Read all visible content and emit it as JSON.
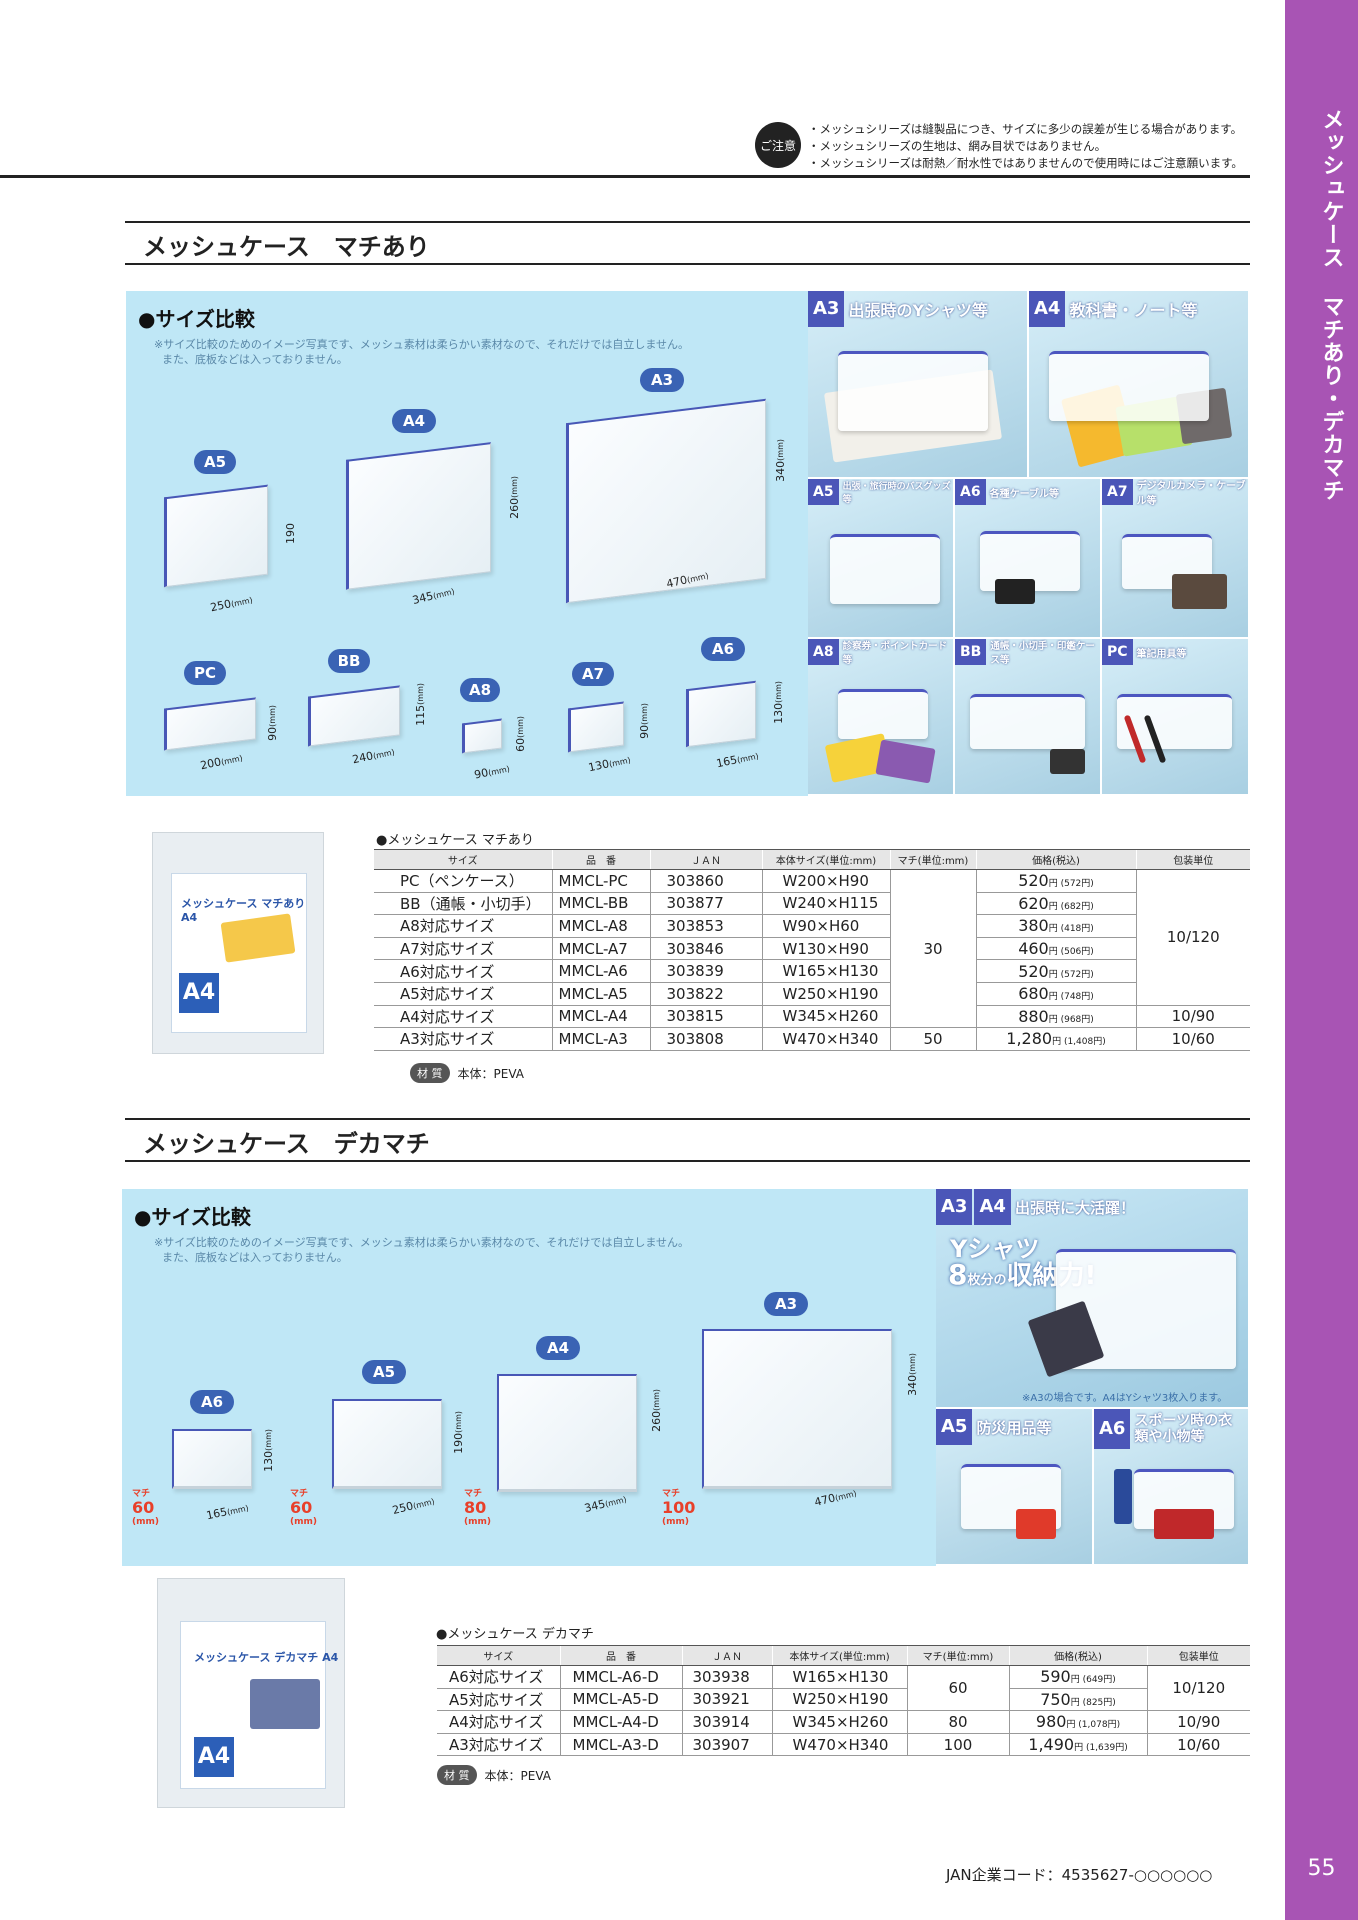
{
  "side_tab": {
    "title": "メッシュケース マチあり・デカマチ",
    "page_number": "55"
  },
  "caution": {
    "badge": "ご注意",
    "items": [
      "・メッシュシリーズは縫製品につき、サイズに多少の誤差が生じる場合があります。",
      "・メッシュシリーズの生地は、網み目状ではありません。",
      "・メッシュシリーズは耐熱／耐水性ではありませんので使用時にはご注意願います。"
    ]
  },
  "section1": {
    "heading": "メッシュケース　マチあり",
    "compare_title": "●サイズ比較",
    "note_lines": [
      "※サイズ比較のためのイメージ写真です、メッシュ素材は柔らかい素材なので、それだけでは自立しません。",
      "また、底板などは入っておりません。"
    ],
    "cases": [
      {
        "label": "A5",
        "w": "250",
        "h": "190"
      },
      {
        "label": "A4",
        "w": "345",
        "h": "260"
      },
      {
        "label": "A3",
        "w": "470",
        "h": "340"
      },
      {
        "label": "PC",
        "w": "200",
        "h": "90"
      },
      {
        "label": "BB",
        "w": "240",
        "h": "115"
      },
      {
        "label": "A8",
        "w": "90",
        "h": "60"
      },
      {
        "label": "A7",
        "w": "130",
        "h": "90"
      },
      {
        "label": "A6",
        "w": "165",
        "h": "130"
      }
    ],
    "unit": "(mm)",
    "tiles": [
      {
        "tag": "A3",
        "text": "出張時のYシャツ等"
      },
      {
        "tag": "A4",
        "text": "教科書・ノート等"
      },
      {
        "tag": "A5",
        "text": "出張・旅行時のバスグッズ等"
      },
      {
        "tag": "A6",
        "text": "各種ケーブル等"
      },
      {
        "tag": "A7",
        "text": "デジタルカメラ・ケーブル等"
      },
      {
        "tag": "A8",
        "text": "診察券・ポイントカード等"
      },
      {
        "tag": "BB",
        "text": "通帳・小切手・印鑑ケース等"
      },
      {
        "tag": "PC",
        "text": "筆記用具等"
      }
    ],
    "package": {
      "title": "メッシュケース マチあり A4",
      "size": "A4"
    },
    "table_title": "●メッシュケース マチあり",
    "headers": [
      "サイズ",
      "品　番",
      "ＪＡＮ",
      "本体サイズ(単位:mm)",
      "マチ(単位:mm)",
      "価格(税込)",
      "包装単位"
    ],
    "rows": [
      {
        "size": "PC（ペンケース）",
        "code": "MMCL-PC",
        "jan": "303860",
        "body": "W200×H90",
        "price": "520",
        "tax": "円 (572円)"
      },
      {
        "size": "BB（通帳・小切手）",
        "code": "MMCL-BB",
        "jan": "303877",
        "body": "W240×H115",
        "price": "620",
        "tax": "円 (682円)"
      },
      {
        "size": "A8対応サイズ",
        "code": "MMCL-A8",
        "jan": "303853",
        "body": "W90×H60",
        "price": "380",
        "tax": "円 (418円)"
      },
      {
        "size": "A7対応サイズ",
        "code": "MMCL-A7",
        "jan": "303846",
        "body": "W130×H90",
        "price": "460",
        "tax": "円 (506円)"
      },
      {
        "size": "A6対応サイズ",
        "code": "MMCL-A6",
        "jan": "303839",
        "body": "W165×H130",
        "price": "520",
        "tax": "円 (572円)"
      },
      {
        "size": "A5対応サイズ",
        "code": "MMCL-A5",
        "jan": "303822",
        "body": "W250×H190",
        "price": "680",
        "tax": "円 (748円)"
      },
      {
        "size": "A4対応サイズ",
        "code": "MMCL-A4",
        "jan": "303815",
        "body": "W345×H260",
        "price": "880",
        "tax": "円 (968円)"
      },
      {
        "size": "A3対応サイズ",
        "code": "MMCL-A3",
        "jan": "303808",
        "body": "W470×H340",
        "price": "1,280",
        "tax": "円 (1,408円)"
      }
    ],
    "machi_30": "30",
    "machi_50": "50",
    "pack_10_120": "10/120",
    "pack_10_90": "10/90",
    "pack_10_60": "10/60",
    "material_badge": "材 質",
    "material": "本体：PEVA"
  },
  "section2": {
    "heading": "メッシュケース　デカマチ",
    "compare_title": "●サイズ比較",
    "note_lines": [
      "※サイズ比較のためのイメージ写真です、メッシュ素材は柔らかい素材なので、それだけでは自立しません。",
      "また、底板などは入っておりません。"
    ],
    "cases": [
      {
        "label": "A6",
        "w": "165",
        "h": "130",
        "machi": "60"
      },
      {
        "label": "A5",
        "w": "250",
        "h": "190",
        "machi": "60"
      },
      {
        "label": "A4",
        "w": "345",
        "h": "260",
        "machi": "80"
      },
      {
        "label": "A3",
        "w": "470",
        "h": "340",
        "machi": "100"
      }
    ],
    "machi_label": "マチ",
    "unit": "(mm)",
    "feature": {
      "tag1": "A3",
      "tag2": "A4",
      "title": "出張時に大活躍！",
      "line1": "Yシャツ",
      "num": "8",
      "line2a": "枚分の",
      "line2b": "収納力!",
      "note": "※A3の場合です。A4はYシャツ3枚入ります。"
    },
    "tiles": [
      {
        "tag": "A5",
        "text": "防災用品等"
      },
      {
        "tag": "A6",
        "text": "スポーツ時の衣類や小物等"
      }
    ],
    "package": {
      "title": "メッシュケース デカマチ A4",
      "size": "A4"
    },
    "table_title": "●メッシュケース デカマチ",
    "headers": [
      "サイズ",
      "品　番",
      "ＪＡＮ",
      "本体サイズ(単位:mm)",
      "マチ(単位:mm)",
      "価格(税込)",
      "包装単位"
    ],
    "rows": [
      {
        "size": "A6対応サイズ",
        "code": "MMCL-A6-D",
        "jan": "303938",
        "body": "W165×H130",
        "price": "590",
        "tax": "円 (649円)"
      },
      {
        "size": "A5対応サイズ",
        "code": "MMCL-A5-D",
        "jan": "303921",
        "body": "W250×H190",
        "price": "750",
        "tax": "円 (825円)"
      },
      {
        "size": "A4対応サイズ",
        "code": "MMCL-A4-D",
        "jan": "303914",
        "body": "W345×H260",
        "price": "980",
        "tax": "円 (1,078円)"
      },
      {
        "size": "A3対応サイズ",
        "code": "MMCL-A3-D",
        "jan": "303907",
        "body": "W470×H340",
        "price": "1,490",
        "tax": "円 (1,639円)"
      }
    ],
    "machi_60": "60",
    "machi_80": "80",
    "machi_100": "100",
    "pack_10_120": "10/120",
    "pack_10_90": "10/90",
    "pack_10_60": "10/60",
    "material_badge": "材 質",
    "material": "本体：PEVA"
  },
  "footer": {
    "jan_code": "JAN企業コード：4535627-○○○○○○"
  }
}
